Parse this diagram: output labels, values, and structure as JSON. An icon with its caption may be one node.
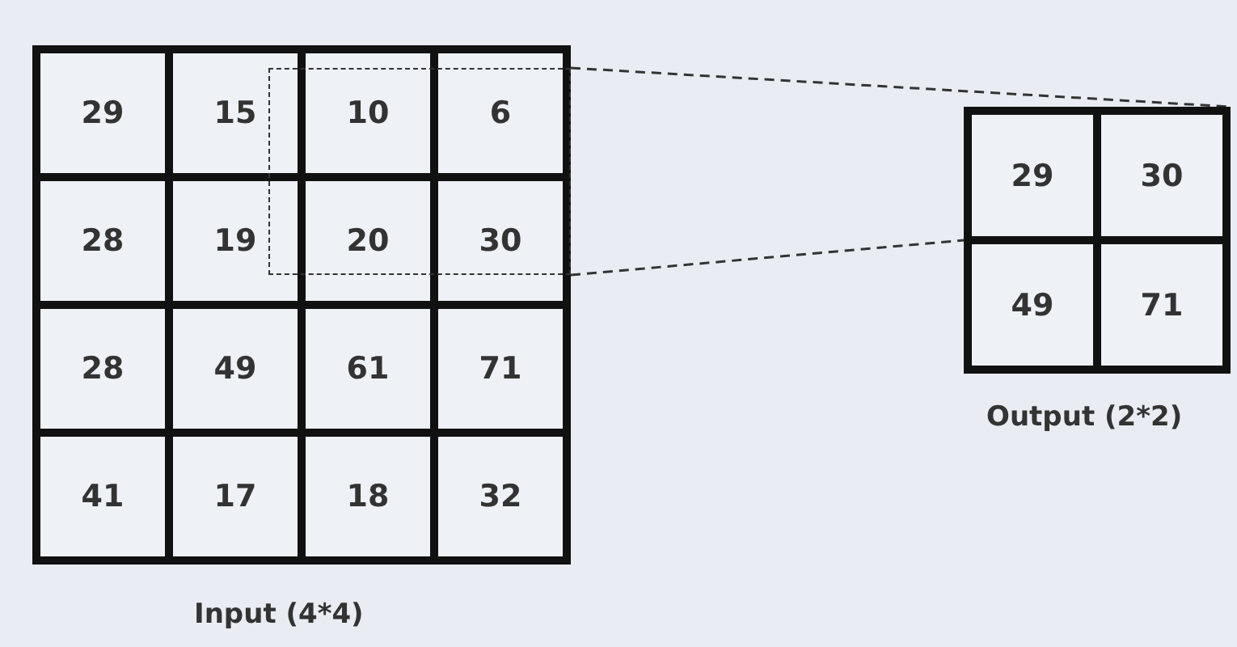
{
  "diagram": {
    "nodes": [
      {
        "text": [
          "Input (4*4)"
        ]
      },
      {
        "text": [
          "29"
        ],
        "in": 0
      },
      {
        "text": [
          "15"
        ],
        "in": 0
      },
      {
        "text": [
          "10"
        ],
        "in": 0
      },
      {
        "text": [
          "6"
        ],
        "in": 0
      },
      {
        "text": [
          "28"
        ],
        "in": 0
      },
      {
        "text": [
          "19"
        ],
        "in": 0
      },
      {
        "text": [
          "20"
        ],
        "in": 0
      },
      {
        "text": [
          "30"
        ],
        "in": 0
      },
      {
        "text": [
          "28"
        ],
        "in": 0
      },
      {
        "text": [
          "49"
        ],
        "in": 0
      },
      {
        "text": [
          "61"
        ],
        "in": 0
      },
      {
        "text": [
          "71"
        ],
        "in": 0
      },
      {
        "text": [
          "41"
        ],
        "in": 0
      },
      {
        "text": [
          "17"
        ],
        "in": 0
      },
      {
        "text": [
          "18"
        ],
        "in": 0
      },
      {
        "text": [
          "32"
        ],
        "in": 0
      },
      {
        "text": [],
        "shape": "box",
        "in": 0
      },
      {
        "text": [
          "Output (2*2)"
        ]
      },
      {
        "text": [
          "29"
        ],
        "in": 18
      },
      {
        "text": [
          "30"
        ],
        "in": 18
      },
      {
        "text": [
          "49"
        ],
        "in": 18
      },
      {
        "text": [
          "71"
        ],
        "in": 18
      }
    ],
    "edges": [
      {
        "from": 17,
        "to": 18,
        "arrow": "none",
        "style": "dashed"
      },
      {
        "from": 17,
        "to": 18,
        "arrow": "none",
        "style": "dashed"
      }
    ]
  }
}
